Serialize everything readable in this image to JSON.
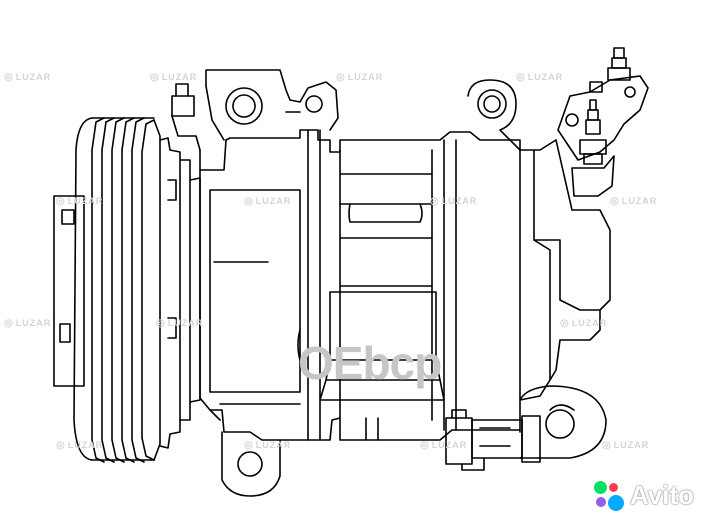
{
  "image": {
    "subject": "line drawing of an automotive A/C compressor with pulley and clutch",
    "background": "#ffffff",
    "line_color": "#000000"
  },
  "watermark": {
    "brand": "LUZAR",
    "center_text": "OEbcp",
    "color": "#cccccc"
  },
  "badge": {
    "text": "Avito",
    "colors": [
      "#04e061",
      "#965eeb",
      "#ff4053",
      "#0af"
    ]
  }
}
